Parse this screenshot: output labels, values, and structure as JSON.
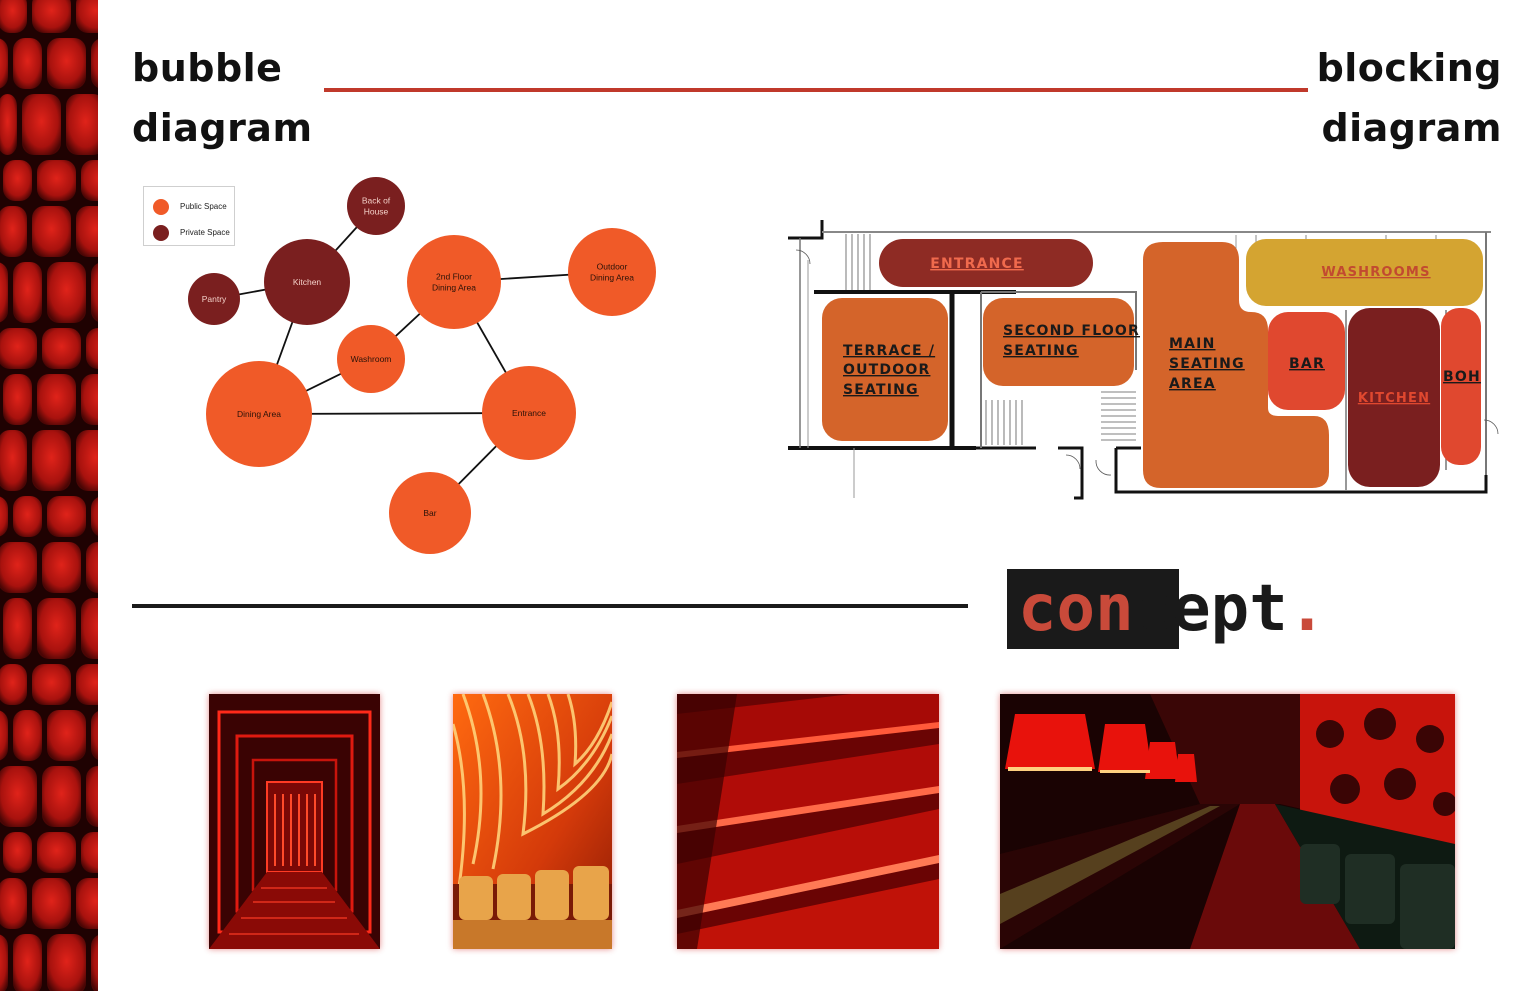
{
  "headings": {
    "bubble_line1": "bubble",
    "bubble_line2": "diagram",
    "blocking_line1": "blocking",
    "blocking_line2": "diagram"
  },
  "concept": {
    "highlight": "con",
    "rest": "cept",
    "dot": "."
  },
  "colors": {
    "public": "#f05a28",
    "private": "#7a1f1f",
    "divider_red": "#c0392b",
    "entrance": "#8e2b24",
    "washrooms": "#d4a431",
    "seating": "#d4642a",
    "bar": "#e0482f",
    "kitchen": "#7a1f1f",
    "boh": "#e0482f"
  },
  "legend": {
    "public": "Public Space",
    "private": "Private Space"
  },
  "bubbles": [
    {
      "id": "back",
      "lines": [
        "Back of",
        "House"
      ],
      "type": "private"
    },
    {
      "id": "kitchen",
      "lines": [
        "Kitchen"
      ],
      "type": "private"
    },
    {
      "id": "pantry",
      "lines": [
        "Pantry"
      ],
      "type": "private"
    },
    {
      "id": "second",
      "lines": [
        "2nd Floor",
        "Dining Area"
      ],
      "type": "public"
    },
    {
      "id": "outdoor",
      "lines": [
        "Outdoor",
        "Dining Area"
      ],
      "type": "public"
    },
    {
      "id": "washroom",
      "lines": [
        "Washroom"
      ],
      "type": "public"
    },
    {
      "id": "dining",
      "lines": [
        "Dining Area"
      ],
      "type": "public"
    },
    {
      "id": "entrance",
      "lines": [
        "Entrance"
      ],
      "type": "public"
    },
    {
      "id": "bar",
      "lines": [
        "Bar"
      ],
      "type": "public"
    }
  ],
  "links": [
    [
      "back",
      "kitchen"
    ],
    [
      "kitchen",
      "pantry"
    ],
    [
      "kitchen",
      "dining"
    ],
    [
      "second",
      "washroom"
    ],
    [
      "second",
      "outdoor"
    ],
    [
      "second",
      "entrance"
    ],
    [
      "washroom",
      "dining"
    ],
    [
      "dining",
      "entrance"
    ],
    [
      "entrance",
      "bar"
    ]
  ],
  "blocks": {
    "entrance": "ENTRANCE",
    "washrooms": "WASHROOMS",
    "terrace": [
      "TERRACE /",
      "OUTDOOR",
      "SEATING"
    ],
    "second_floor": [
      "SECOND FLOOR",
      "SEATING"
    ],
    "main": [
      "MAIN",
      "SEATING",
      "AREA"
    ],
    "bar": "BAR",
    "kitchen": "KITCHEN",
    "boh": "BOH"
  }
}
